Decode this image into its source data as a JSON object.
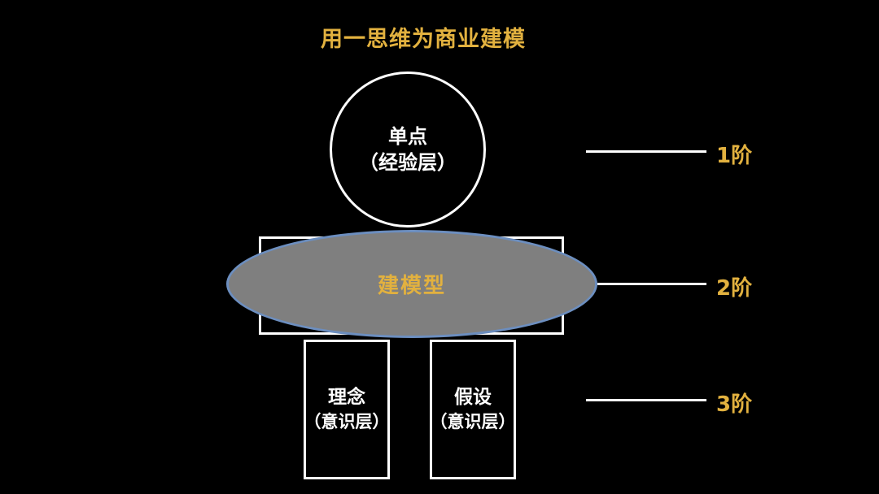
{
  "title": "用一思维为商业建模",
  "nodes": {
    "circle": {
      "line1": "单点",
      "line2": "（经验层）"
    },
    "ellipse": {
      "label": "建模型"
    },
    "left_box": {
      "line1": "理念",
      "line2": "（意识层）"
    },
    "right_box": {
      "line1": "假设",
      "line2": "（意识层）"
    }
  },
  "levels": [
    {
      "label": "1阶"
    },
    {
      "label": "2阶"
    },
    {
      "label": "3阶"
    }
  ],
  "colors": {
    "background": "#000000",
    "accent_gold": "#E2B13F",
    "shape_stroke_white": "#FFFFFF",
    "ellipse_fill_gray": "#7F7F7F",
    "ellipse_stroke_blue": "#6C8EBF"
  }
}
